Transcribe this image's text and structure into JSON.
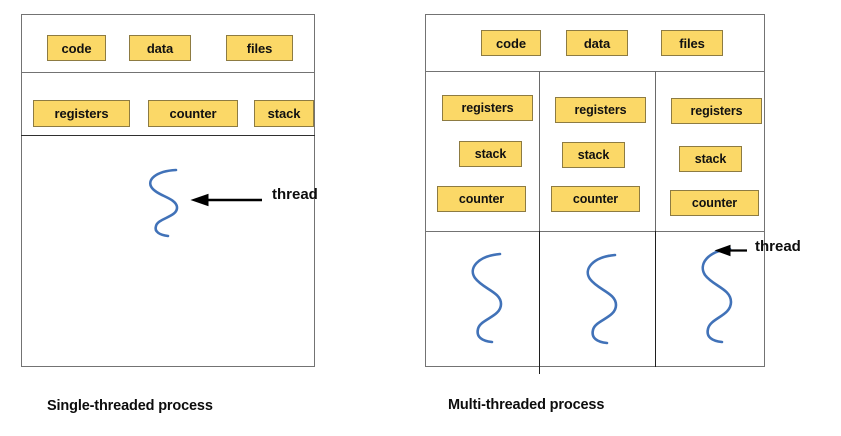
{
  "diagram": {
    "title_hidden": "",
    "colors": {
      "box_fill": "#fbd867",
      "box_border": "#8d7b42",
      "frame_border": "#737373",
      "thread_stroke": "#4172b8",
      "text": "#0d0d0d",
      "page_background": "#ffffff"
    },
    "single_threaded": {
      "caption": "Single-threaded process",
      "shared_section": {
        "boxes": [
          {
            "label": "code"
          },
          {
            "label": "data"
          },
          {
            "label": "files"
          }
        ]
      },
      "per_thread_section": {
        "boxes": [
          {
            "label": "registers"
          },
          {
            "label": "counter"
          },
          {
            "label": "stack"
          }
        ]
      },
      "thread_section": {
        "thread_count": 1,
        "annotation": "thread"
      }
    },
    "multi_threaded": {
      "caption": "Multi-threaded process",
      "shared_section": {
        "boxes": [
          {
            "label": "code"
          },
          {
            "label": "data"
          },
          {
            "label": "files"
          }
        ]
      },
      "per_thread_section": {
        "columns": [
          {
            "boxes": [
              {
                "label": "registers"
              },
              {
                "label": "stack"
              },
              {
                "label": "counter"
              }
            ]
          },
          {
            "boxes": [
              {
                "label": "registers"
              },
              {
                "label": "stack"
              },
              {
                "label": "counter"
              }
            ]
          },
          {
            "boxes": [
              {
                "label": "registers"
              },
              {
                "label": "stack"
              },
              {
                "label": "counter"
              }
            ]
          }
        ]
      },
      "thread_section": {
        "thread_count": 3,
        "annotation": "thread"
      }
    }
  }
}
